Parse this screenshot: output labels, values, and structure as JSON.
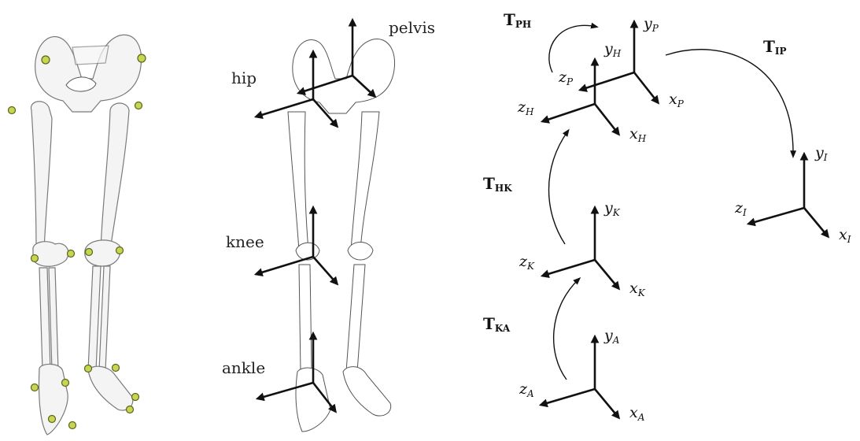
{
  "labels": {
    "pelvis": "pelvis",
    "hip": "hip",
    "knee": "knee",
    "ankle": "ankle"
  },
  "transforms": {
    "PH": {
      "T": "T",
      "sub": "PH"
    },
    "IP": {
      "T": "T",
      "sub": "IP"
    },
    "HK": {
      "T": "T",
      "sub": "HK"
    },
    "KA": {
      "T": "T",
      "sub": "KA"
    }
  },
  "frames": {
    "P": {
      "y": "y",
      "z": "z",
      "x": "x",
      "sub": "P"
    },
    "H": {
      "y": "y",
      "z": "z",
      "x": "x",
      "sub": "H"
    },
    "I": {
      "y": "y",
      "z": "z",
      "x": "x",
      "sub": "I"
    },
    "K": {
      "y": "y",
      "z": "z",
      "x": "x",
      "sub": "K"
    },
    "A": {
      "y": "y",
      "z": "z",
      "x": "x",
      "sub": "A"
    }
  },
  "colors": {
    "marker": "#c6d64e",
    "bone": "#f4f4f4",
    "axis": "#111111"
  }
}
